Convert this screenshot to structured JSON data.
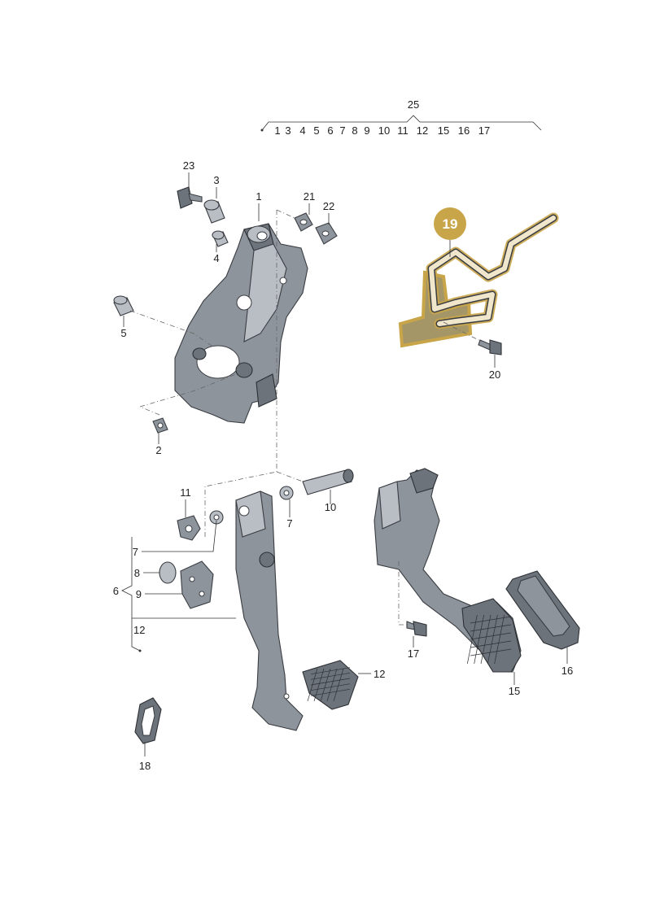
{
  "header": {
    "group_number": "25",
    "group_members": [
      "1",
      "3",
      "4",
      "5",
      "6",
      "7",
      "8",
      "9",
      "10",
      "11",
      "12",
      "15",
      "16",
      "17"
    ]
  },
  "highlight": {
    "number": "19",
    "color": "#c9a54a"
  },
  "callouts": {
    "n1": "1",
    "n2": "2",
    "n3": "3",
    "n4": "4",
    "n5": "5",
    "n6": "6",
    "n7a": "7",
    "n7b": "7",
    "n8": "8",
    "n9": "9",
    "n10": "10",
    "n11": "11",
    "n12a": "12",
    "n12b": "12",
    "n15": "15",
    "n16": "16",
    "n17": "17",
    "n18": "18",
    "n20": "20",
    "n21": "21",
    "n22": "22",
    "n23": "23"
  }
}
